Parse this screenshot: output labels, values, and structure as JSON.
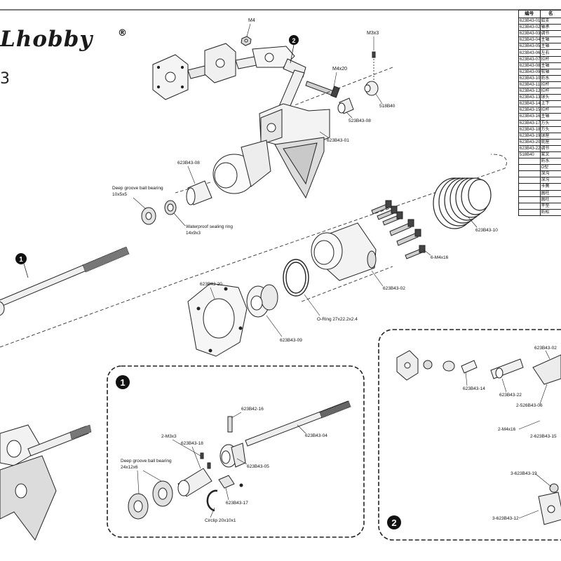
{
  "brand": {
    "logo_text": "Lhobby",
    "registered_mark": "®",
    "model_fragment": "3"
  },
  "main_labels": {
    "m4": "M4",
    "m3x3": "M3x3",
    "m4x20": "M4x20",
    "p518b40": "518B40",
    "p623b43_08_a": "623B43-08",
    "p623b43_01": "623B43-01",
    "p523b43_08": "523B43-08",
    "bearing_title": "Deep groove ball bearing",
    "bearing_size": "10x5x5",
    "seal_title": "Waterproof sealing ring",
    "seal_size": "14x9x3",
    "p623b43_10": "623B43-10",
    "screws_6m4x16": "6-M4x16",
    "p623b43_02": "623B43-02",
    "p623b43_20": "623B43-20",
    "p623b43_09": "623B43-09",
    "oring": "O-Ring 27x22.2x2.4"
  },
  "callouts": {
    "one": "1",
    "two": "2"
  },
  "detail1": {
    "badge": "1",
    "p623b42_16": "623B42-16",
    "p623b43_04": "623B43-04",
    "m3x3": "2-M3x3",
    "p623b43_18": "623B43-18",
    "p623b43_05": "623B43-05",
    "bearing_title": "Deep groove ball bearing",
    "bearing_size": "24x12x6",
    "p623b43_17": "623B43-17",
    "circlip": "Circlip 20x10x1"
  },
  "detail2": {
    "badge": "2",
    "p623b43_02": "623B43-02",
    "p623b43_14": "623B43-14",
    "p623b43_22": "623B43-22",
    "p2_526b43_06": "2-526B43-06",
    "m4x16": "2-M4x16",
    "p2_623b43_15": "2-623B43-15",
    "p3_623b43_19": "3-623B43-19",
    "p3_623b43_12": "3-623B43-12"
  },
  "parts_table": {
    "headers": [
      "编号",
      "名"
    ],
    "rows": [
      [
        "623B43-01",
        "鋁支"
      ],
      [
        "623B43-02",
        "轴承"
      ],
      [
        "623B43-03",
        "调节"
      ],
      [
        "623B43-04",
        "主轴"
      ],
      [
        "623B43-05",
        "主轴"
      ],
      [
        "623B43-06",
        "左右"
      ],
      [
        "623B43-07",
        "拉杆"
      ],
      [
        "623B43-08",
        "主轴"
      ],
      [
        "623B43-09",
        "软轴"
      ],
      [
        "623B43-10",
        "防水"
      ],
      [
        "623B43-11",
        "拉杆"
      ],
      [
        "623B43-12",
        "拉杆"
      ],
      [
        "623B43-13",
        "球头"
      ],
      [
        "623B43-14",
        "上下"
      ],
      [
        "623B43-15",
        "拉杆"
      ],
      [
        "623B43-16",
        "主轴"
      ],
      [
        "623B43-17",
        "方头"
      ],
      [
        "623B43-18",
        "方头"
      ],
      [
        "623B43-19",
        "球座"
      ],
      [
        "623B43-20",
        "底座"
      ],
      [
        "623B43-22",
        "调节"
      ],
      [
        "518B40",
        "桨叉"
      ],
      [
        "",
        "防水"
      ],
      [
        "",
        "O型"
      ],
      [
        "",
        "深沟"
      ],
      [
        "",
        "深沟"
      ],
      [
        "",
        "卡簧"
      ],
      [
        "",
        "圆柱"
      ],
      [
        "",
        "圆柱"
      ],
      [
        "",
        "平垫"
      ],
      [
        "",
        "防松"
      ]
    ]
  }
}
